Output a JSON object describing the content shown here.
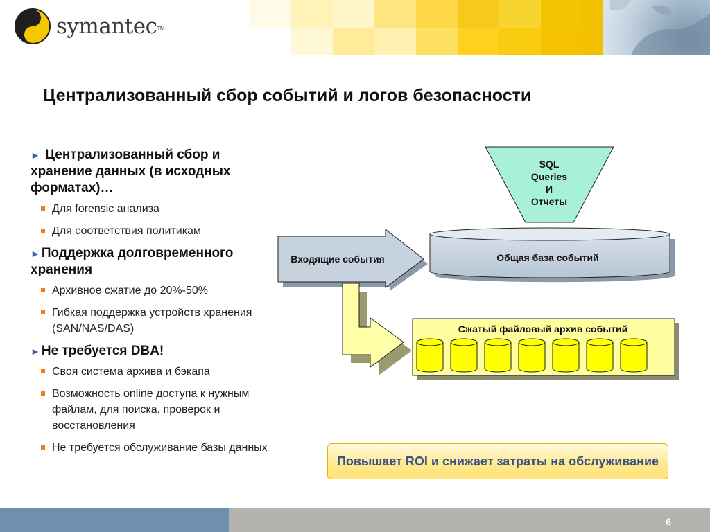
{
  "header": {
    "brand": "symantec",
    "brand_tm": "TM"
  },
  "title": "Централизованный сбор событий и логов безопасности",
  "bullets": [
    {
      "text": "Централизованный сбор и хранение данных (в исходных форматах)…",
      "subitems": [
        "Для forensic анализа",
        "Для соответствия политикам"
      ]
    },
    {
      "text": "Поддержка долговременного хранения",
      "subitems": [
        "Архивное сжатие до 20%-50%",
        "Гибкая поддержка устройств хранения (SAN/NAS/DAS)"
      ]
    },
    {
      "text": "Не требуется DBA!",
      "subitems": [
        "Своя система архива и бэкапа",
        "Возможность online доступа к нужным файлам, для поиска, проверок и восстановления",
        "Не требуется обслуживание базы данных"
      ]
    }
  ],
  "diagram": {
    "funnel_lines": [
      "SQL",
      "Queries",
      "И",
      "Отчеты"
    ],
    "database_label": "Общая база событий",
    "incoming_label": "Входящие события",
    "archive_label": "Сжатый файловый архив событий",
    "archive_cylinder_count": 7
  },
  "roi_text": "Повышает ROI и снижает затраты на обслуживание",
  "footer": {
    "page_number": "6"
  },
  "colors": {
    "funnel_fill": "#a8f0d8",
    "database_fill": "#c6d2de",
    "incoming_arrow_fill": "#c6d2de",
    "yellow_arrow_fill": "#ffffa8",
    "archive_fill": "#ffffa0",
    "cylinder_fill": "#ffff00",
    "bullet_square": "#f07c1e",
    "bullet_arrow": "#3a5fa0",
    "roi_text": "#3a5088",
    "footer_blue": "#6f8fb0",
    "footer_gray": "#b5b3ae"
  }
}
